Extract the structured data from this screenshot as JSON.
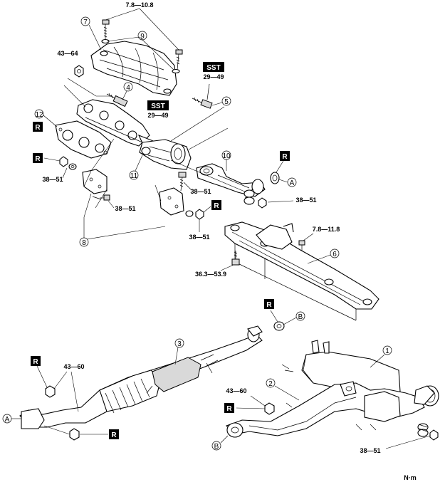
{
  "callouts": {
    "c1": "1",
    "c2": "2",
    "c3": "3",
    "c4": "4",
    "c5": "5",
    "c6": "6",
    "c7": "7",
    "c8": "8",
    "c9": "9",
    "c10": "10",
    "c11": "11",
    "c12": "12"
  },
  "torques": {
    "t_top": "7.8—10.8",
    "t_nut_left": "43—64",
    "t_sst_upper": "29—49",
    "t_sst_lower": "29—49",
    "t_r_left": "38—51",
    "t_bracket_bolt": "38—51",
    "t_bracket_bottom": "38—51",
    "t_bracket_right": "38—51",
    "t_spring_right": "38—51",
    "t_crossmember_small": "7.8—11.8",
    "t_crossmember_bolt": "36.3—53.9",
    "t_cat_left": "43—60",
    "t_muffler_left": "43—60",
    "t_muffler_right": "38—51"
  },
  "markers": {
    "sst": "SST",
    "r": "R",
    "a": "A",
    "b": "B"
  },
  "unit": "N·m"
}
